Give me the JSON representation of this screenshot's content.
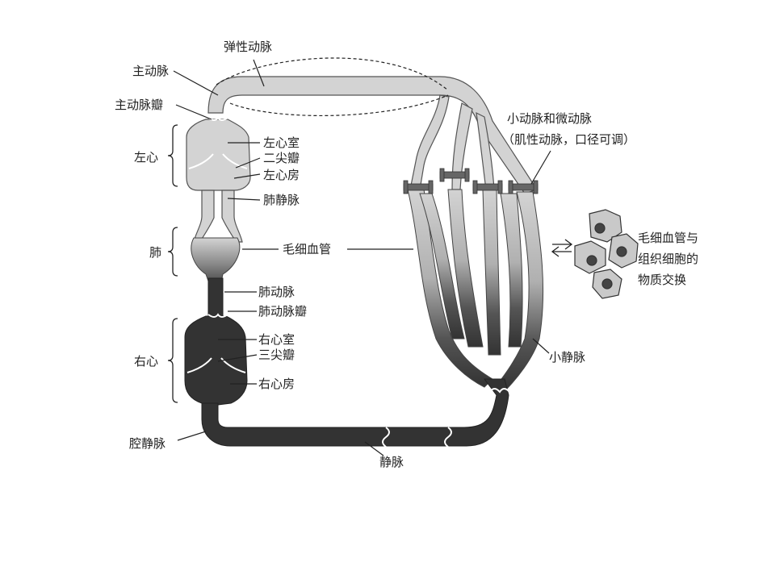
{
  "labels": {
    "elastic_artery": "弹性动脉",
    "aorta": "主动脉",
    "aortic_valve": "主动脉瓣",
    "left_heart": "左心",
    "left_ventricle": "左心室",
    "mitral_valve": "二尖瓣",
    "left_atrium": "左心房",
    "pulmonary_vein": "肺静脉",
    "lung": "肺",
    "capillary": "毛细血管",
    "pulmonary_artery": "肺动脉",
    "pulmonary_valve": "肺动脉瓣",
    "right_heart": "右心",
    "right_ventricle": "右心室",
    "tricuspid_valve": "三尖瓣",
    "right_atrium": "右心房",
    "vena_cava": "腔静脉",
    "vein": "静脉",
    "venule": "小静脉",
    "arteriole_line1": "小动脉和微动脉",
    "arteriole_line2": "（肌性动脉，口径可调）",
    "exchange_line1": "毛细血管与",
    "exchange_line2": "组织细胞的",
    "exchange_line3": "物质交换"
  },
  "colors": {
    "arterial": "#d3d3d3",
    "venous": "#333333",
    "outline": "#555555",
    "cell": "#c9c9c9",
    "nucleus": "#444444"
  }
}
